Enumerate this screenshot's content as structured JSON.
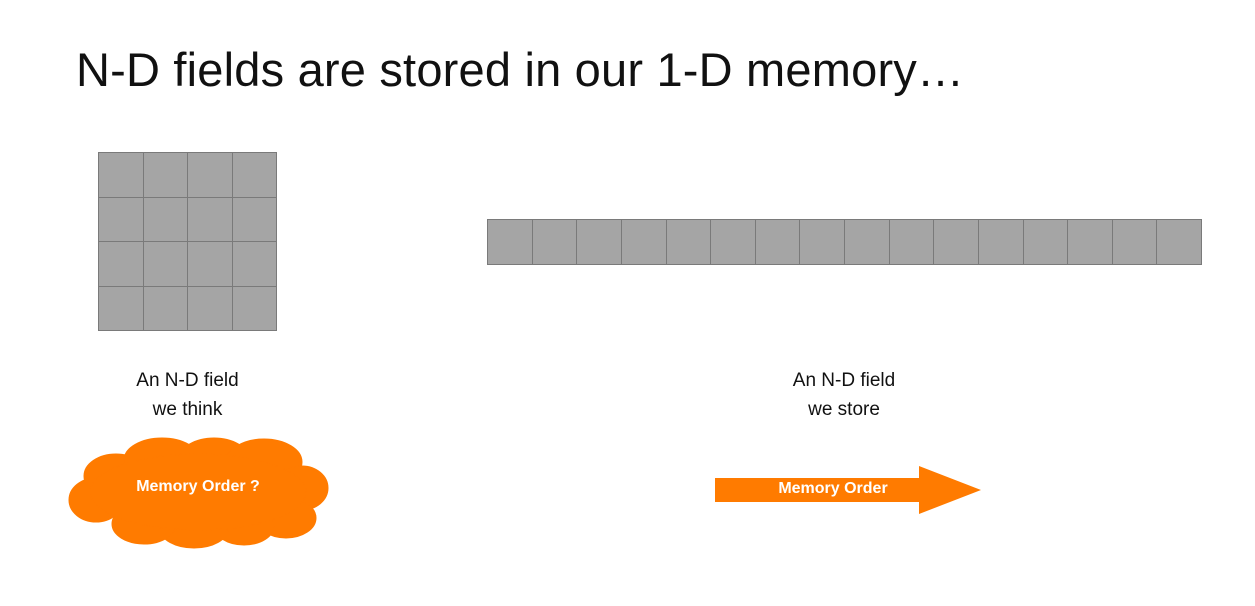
{
  "slide": {
    "title": "N-D fields are stored in our 1-D memory…"
  },
  "left_panel": {
    "grid": {
      "rows": 4,
      "cols": 4
    },
    "caption_line1": "An N-D field",
    "caption_line2": "we think",
    "cloud_label": "Memory Order ?"
  },
  "right_panel": {
    "strip": {
      "cells": 16
    },
    "caption_line1": "An N-D field",
    "caption_line2": "we store",
    "arrow_label": "Memory Order"
  },
  "colors": {
    "cell_fill": "#a5a5a5",
    "cell_border": "#7a7a7a",
    "accent_orange": "#ff7b00",
    "text": "#111111"
  },
  "icons": {
    "cloud": "cloud-shape",
    "arrow": "right-arrow-shape"
  }
}
